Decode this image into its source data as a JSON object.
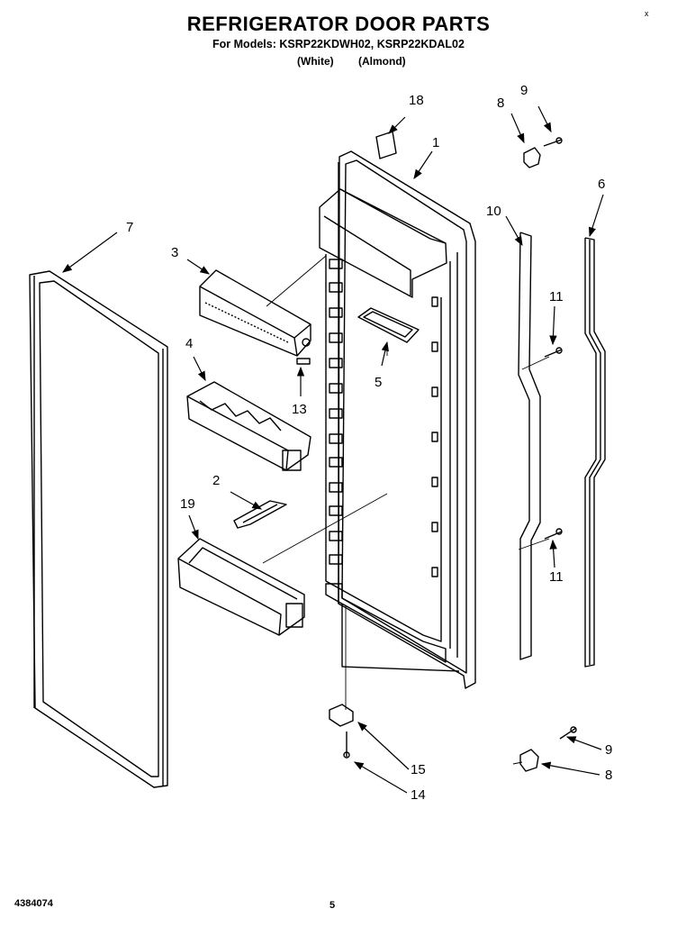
{
  "header": {
    "title": "REFRIGERATOR DOOR PARTS",
    "models_line": "For Models: KSRP22KDWH02, KSRP22KDAL02",
    "color_white": "(White)",
    "color_almond": "(Almond)"
  },
  "corner_mark": "x",
  "footer": {
    "doc_number": "4384074",
    "page_number": "5"
  },
  "callouts": {
    "c1": "1",
    "c2": "2",
    "c3": "3",
    "c4": "4",
    "c5": "5",
    "c6": "6",
    "c7": "7",
    "c8a": "8",
    "c8b": "8",
    "c9a": "9",
    "c9b": "9",
    "c10": "10",
    "c11a": "11",
    "c11b": "11",
    "c13": "13",
    "c14": "14",
    "c15": "15",
    "c18": "18",
    "c19": "19"
  }
}
